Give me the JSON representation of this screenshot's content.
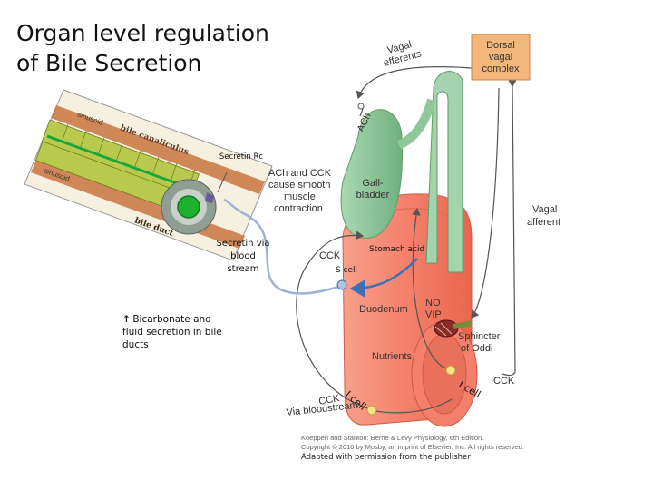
{
  "title": {
    "line1": "Organ level regulation",
    "line2": "of Bile Secretion"
  },
  "inset": {
    "sinusoid_top": "sinusoid",
    "canaliculus": "bile canaliculus",
    "sinusoid_bottom": "sinusoid",
    "bile_duct": "bile duct"
  },
  "labels": {
    "secretin_rc": "Secretin Rc",
    "secretin_blood_1": "Secretin via",
    "secretin_blood_2": "blood",
    "secretin_blood_3": "stream",
    "stomach_acid": "Stomach acid",
    "s_cell": "S cell",
    "i_cell": "I cell",
    "vagal_efferents_1": "Vagal",
    "vagal_efferents_2": "efferents",
    "dorsal_1": "Dorsal",
    "dorsal_2": "vagal",
    "dorsal_3": "complex",
    "ach": "ACh",
    "ach_cck_1": "ACh and CCK",
    "ach_cck_2": "cause smooth",
    "ach_cck_3": "muscle",
    "ach_cck_4": "contraction",
    "gallbladder_1": "Gall-",
    "gallbladder_2": "bladder",
    "vagal_afferent_1": "Vagal",
    "vagal_afferent_2": "afferent",
    "cck_upper": "CCK",
    "duodenum": "Duodenum",
    "no": "NO",
    "vip": "VIP",
    "sphincter_1": "Sphincter",
    "sphincter_2": "of Oddi",
    "nutrients": "Nutrients",
    "cck_right": "CCK",
    "cck_lower": "CCK",
    "via_bloodstream": "Via bloodstream"
  },
  "note": {
    "line": "Bicarbonate and fluid secretion in bile ducts",
    "arrow": "↑"
  },
  "credit": {
    "line1": "Koeppen and Stanton: Berne & Levy Physiology, 6th Edition.",
    "line2": "Copyright © 2010 by Mosby, an imprint of Elsevier, Inc. All rights reserved.",
    "line3": "Adapted with permission from the publisher"
  },
  "colors": {
    "duodenum": "#f4806b",
    "gallbladder": "#8fc79a",
    "dorsal_box": "#f2b77a",
    "nerve": "#555555",
    "blood_line": "#9db2d6",
    "acid_arrow": "#3f6fb5"
  }
}
